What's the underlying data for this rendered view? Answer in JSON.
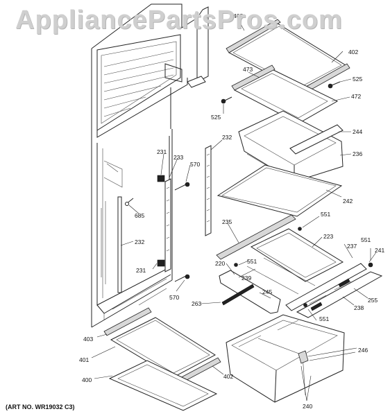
{
  "watermark": "AppliancePartsPros.com",
  "art_number": "(ART NO. WR19032 C3)",
  "labels": {
    "p403_top": "403",
    "p402_top": "402",
    "p473": "473",
    "p525_right": "525",
    "p472": "472",
    "p525_left": "525",
    "p244": "244",
    "p236": "236",
    "p231_top": "231",
    "p233": "233",
    "p570_top": "570",
    "p232_right": "232",
    "p685": "685",
    "p242": "242",
    "p232_left": "232",
    "p235": "235",
    "p551_a": "551",
    "p223": "223",
    "p551_b": "551",
    "p237": "237",
    "p241": "241",
    "p551_c": "551",
    "p220": "220",
    "p239": "239",
    "p231_bottom": "231",
    "p570_bottom": "570",
    "p245": "245",
    "p263": "263",
    "p238": "238",
    "p255": "255",
    "p551_d": "551",
    "p403_bottom": "403",
    "p401": "401",
    "p246": "246",
    "p400": "400",
    "p402_bottom": "402",
    "p240": "240"
  }
}
